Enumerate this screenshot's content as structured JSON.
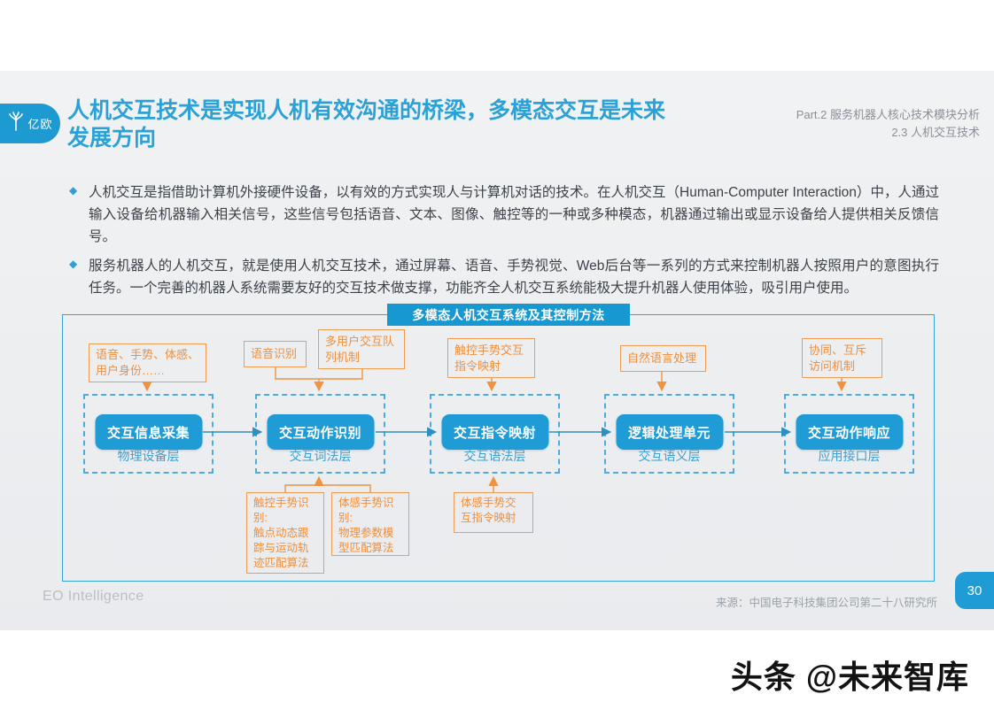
{
  "colors": {
    "accent_blue": "#1f9cd5",
    "heading_blue": "#2ba1d6",
    "orange": "#ef9242"
  },
  "header": {
    "logo_brand": "亿欧",
    "title": "人机交互技术是实现人机有效沟通的桥梁，多模态交互是未来\n发展方向",
    "part_line1": "Part.2 服务机器人核心技术模块分析",
    "part_line2": "2.3 人机交互技术"
  },
  "bullets": [
    {
      "text": "人机交互是指借助计算机外接硬件设备，以有效的方式实现人与计算机对话的技术。在人机交互（Human-Computer Interaction）中，人通过输入设备给机器输入相关信号，这些信号包括语音、文本、图像、触控等的一种或多种模态，机器通过输出或显示设备给人提供相关反馈信号。"
    },
    {
      "text": "服务机器人的人机交互，就是使用人机交互技术，通过屏幕、语音、手势视觉、Web后台等一系列的方式来控制机器人按照用户的意图执行任务。一个完善的机器人系统需要友好的交互技术做支撑，功能齐全人机交互系统能极大提升机器人使用体验，吸引用户使用。"
    }
  ],
  "diagram": {
    "title": "多模态人机交互系统及其控制方法",
    "top_labels": [
      {
        "text": "语音、手势、体感、\n用户身份……"
      },
      {
        "text": "语音识别"
      },
      {
        "text": "多用户交互队\n列机制"
      },
      {
        "text": "触控手势交互\n指令映射"
      },
      {
        "text": "自然语言处理"
      },
      {
        "text": "协同、互斥\n访问机制"
      }
    ],
    "stages": [
      {
        "box": "交互信息采集",
        "layer": "物理设备层"
      },
      {
        "box": "交互动作识别",
        "layer": "交互词法层"
      },
      {
        "box": "交互指令映射",
        "layer": "交互语法层"
      },
      {
        "box": "逻辑处理单元",
        "layer": "交互语义层"
      },
      {
        "box": "交互动作响应",
        "layer": "应用接口层"
      }
    ],
    "bottom_labels": [
      {
        "text": "触控手势识\n别:\n触点动态跟\n踪与运动轨\n迹匹配算法"
      },
      {
        "text": "体感手势识\n别:\n物理参数模\n型匹配算法"
      },
      {
        "text": "体感手势交\n互指令映射"
      }
    ]
  },
  "footer": {
    "brand": "EO Intelligence",
    "source": "来源：中国电子科技集团公司第二十八研究所",
    "page": "30"
  },
  "watermark": "头条 @未来智库"
}
